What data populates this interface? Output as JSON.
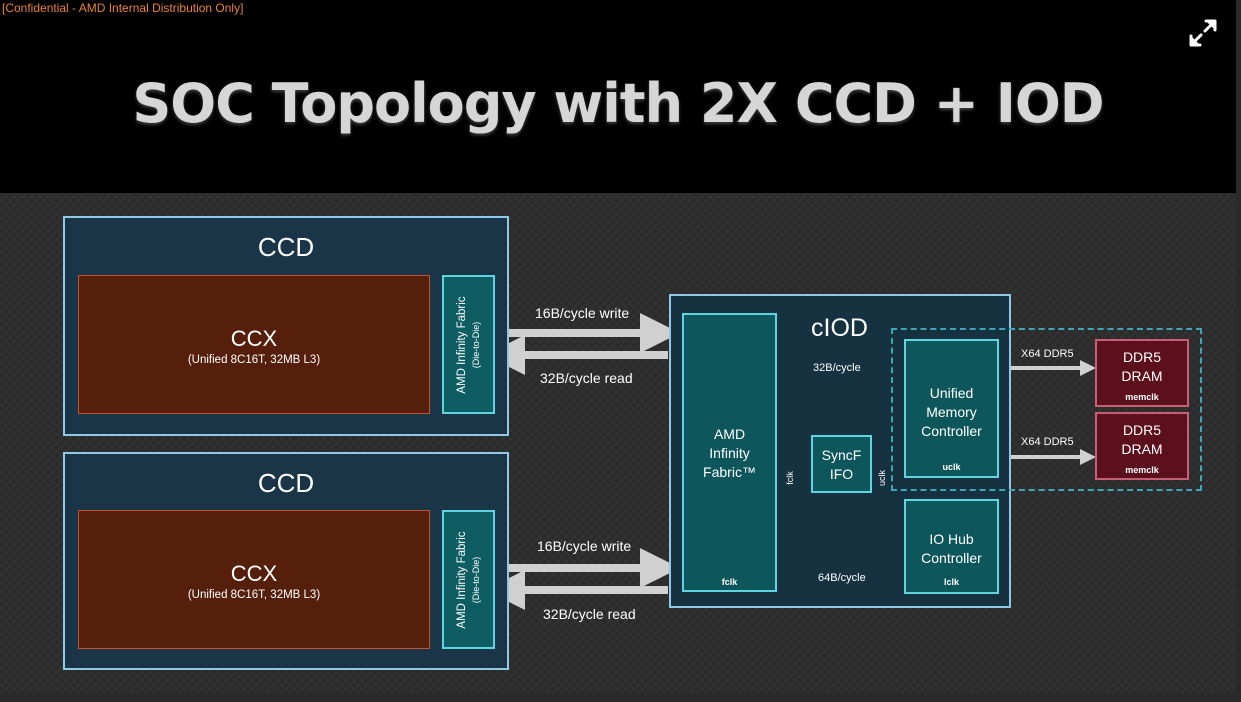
{
  "header": {
    "confidential": "[Confidential - AMD Internal Distribution Only]",
    "fullscreen_icon": "expand-icon"
  },
  "slide": {
    "title": "SOC Topology with 2X CCD + IOD"
  },
  "ccd": [
    {
      "title": "CCD",
      "ccx_name": "CCX",
      "ccx_sub": "(Unified 8C16T, 32MB L3)",
      "fabric_line1": "AMD Infinity Fabric",
      "fabric_line2": "(Die-to-Die)",
      "write_label": "16B/cycle write",
      "read_label": "32B/cycle read"
    },
    {
      "title": "CCD",
      "ccx_name": "CCX",
      "ccx_sub": "(Unified 8C16T, 32MB L3)",
      "fabric_line1": "AMD Infinity Fabric",
      "fabric_line2": "(Die-to-Die)",
      "write_label": "16B/cycle write",
      "read_label": "32B/cycle read"
    }
  ],
  "ciod": {
    "title": "cIOD",
    "fabric_line1": "AMD",
    "fabric_line2": "Infinity",
    "fabric_line3": "Fabric™",
    "fabric_clk": "fclk",
    "umc_line1": "Unified",
    "umc_line2": "Memory",
    "umc_line3": "Controller",
    "umc_clk": "uclk",
    "syncf_line1": "SyncF",
    "syncf_line2": "IFO",
    "syncf_left_clk": "fclk",
    "syncf_right_clk": "uclk",
    "iohub_line1": "IO Hub",
    "iohub_line2": "Controller",
    "iohub_clk": "lclk",
    "umc_bw_label": "32B/cycle",
    "iohub_bw_label": "64B/cycle"
  },
  "dram": [
    {
      "line1": "DDR5",
      "line2": "DRAM",
      "clk": "memclk",
      "link_label": "X64 DDR5"
    },
    {
      "line1": "DDR5",
      "line2": "DRAM",
      "clk": "memclk",
      "link_label": "X64 DDR5"
    }
  ],
  "colors": {
    "ccd_fill": "#1a3548",
    "ccx_fill": "#561f0b",
    "fabric_fill": "#0d575c",
    "dram_fill": "#5c0f1c",
    "title_text": "#d6d6d6",
    "confidential_text": "#e98333"
  }
}
